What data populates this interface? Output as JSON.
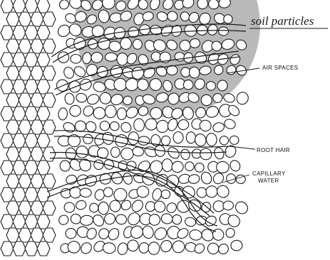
{
  "labels": {
    "title": "soil particles",
    "air_spaces": "AIR SPACES",
    "root_hair": "ROOT HAIR",
    "capillary_water_line1": "CAPILLARY",
    "capillary_water_line2": "WATER"
  },
  "colors": {
    "highlight_circle": "#b9b9b9",
    "ink": "#1a1a1a",
    "background": "#ffffff"
  }
}
